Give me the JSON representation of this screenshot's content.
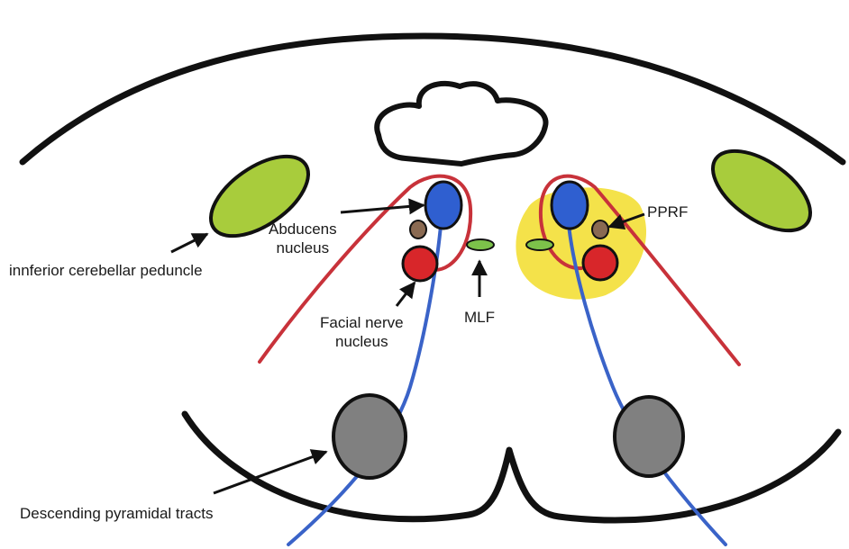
{
  "labels": {
    "abducens_line1": "Abducens",
    "abducens_line2": "nucleus",
    "pprf": "PPRF",
    "inferior_cerebellar_peduncle": "innferior cerebellar peduncle",
    "facial_line1": "Facial nerve",
    "facial_line2": "nucleus",
    "mlf": "MLF",
    "descending_pyramidal_tracts": "Descending pyramidal tracts"
  },
  "colors": {
    "outline": "#111111",
    "peduncle": "#a8cc3c",
    "abducens": "#2f5fd0",
    "facial": "#d8262a",
    "pprf_nucleus": "#8a6a52",
    "pprf_zone": "#f4e24a",
    "mlf": "#7cc24a",
    "pyramidal": "#808080",
    "fiber_red": "#c8323a",
    "fiber_blue": "#3a63c8"
  }
}
